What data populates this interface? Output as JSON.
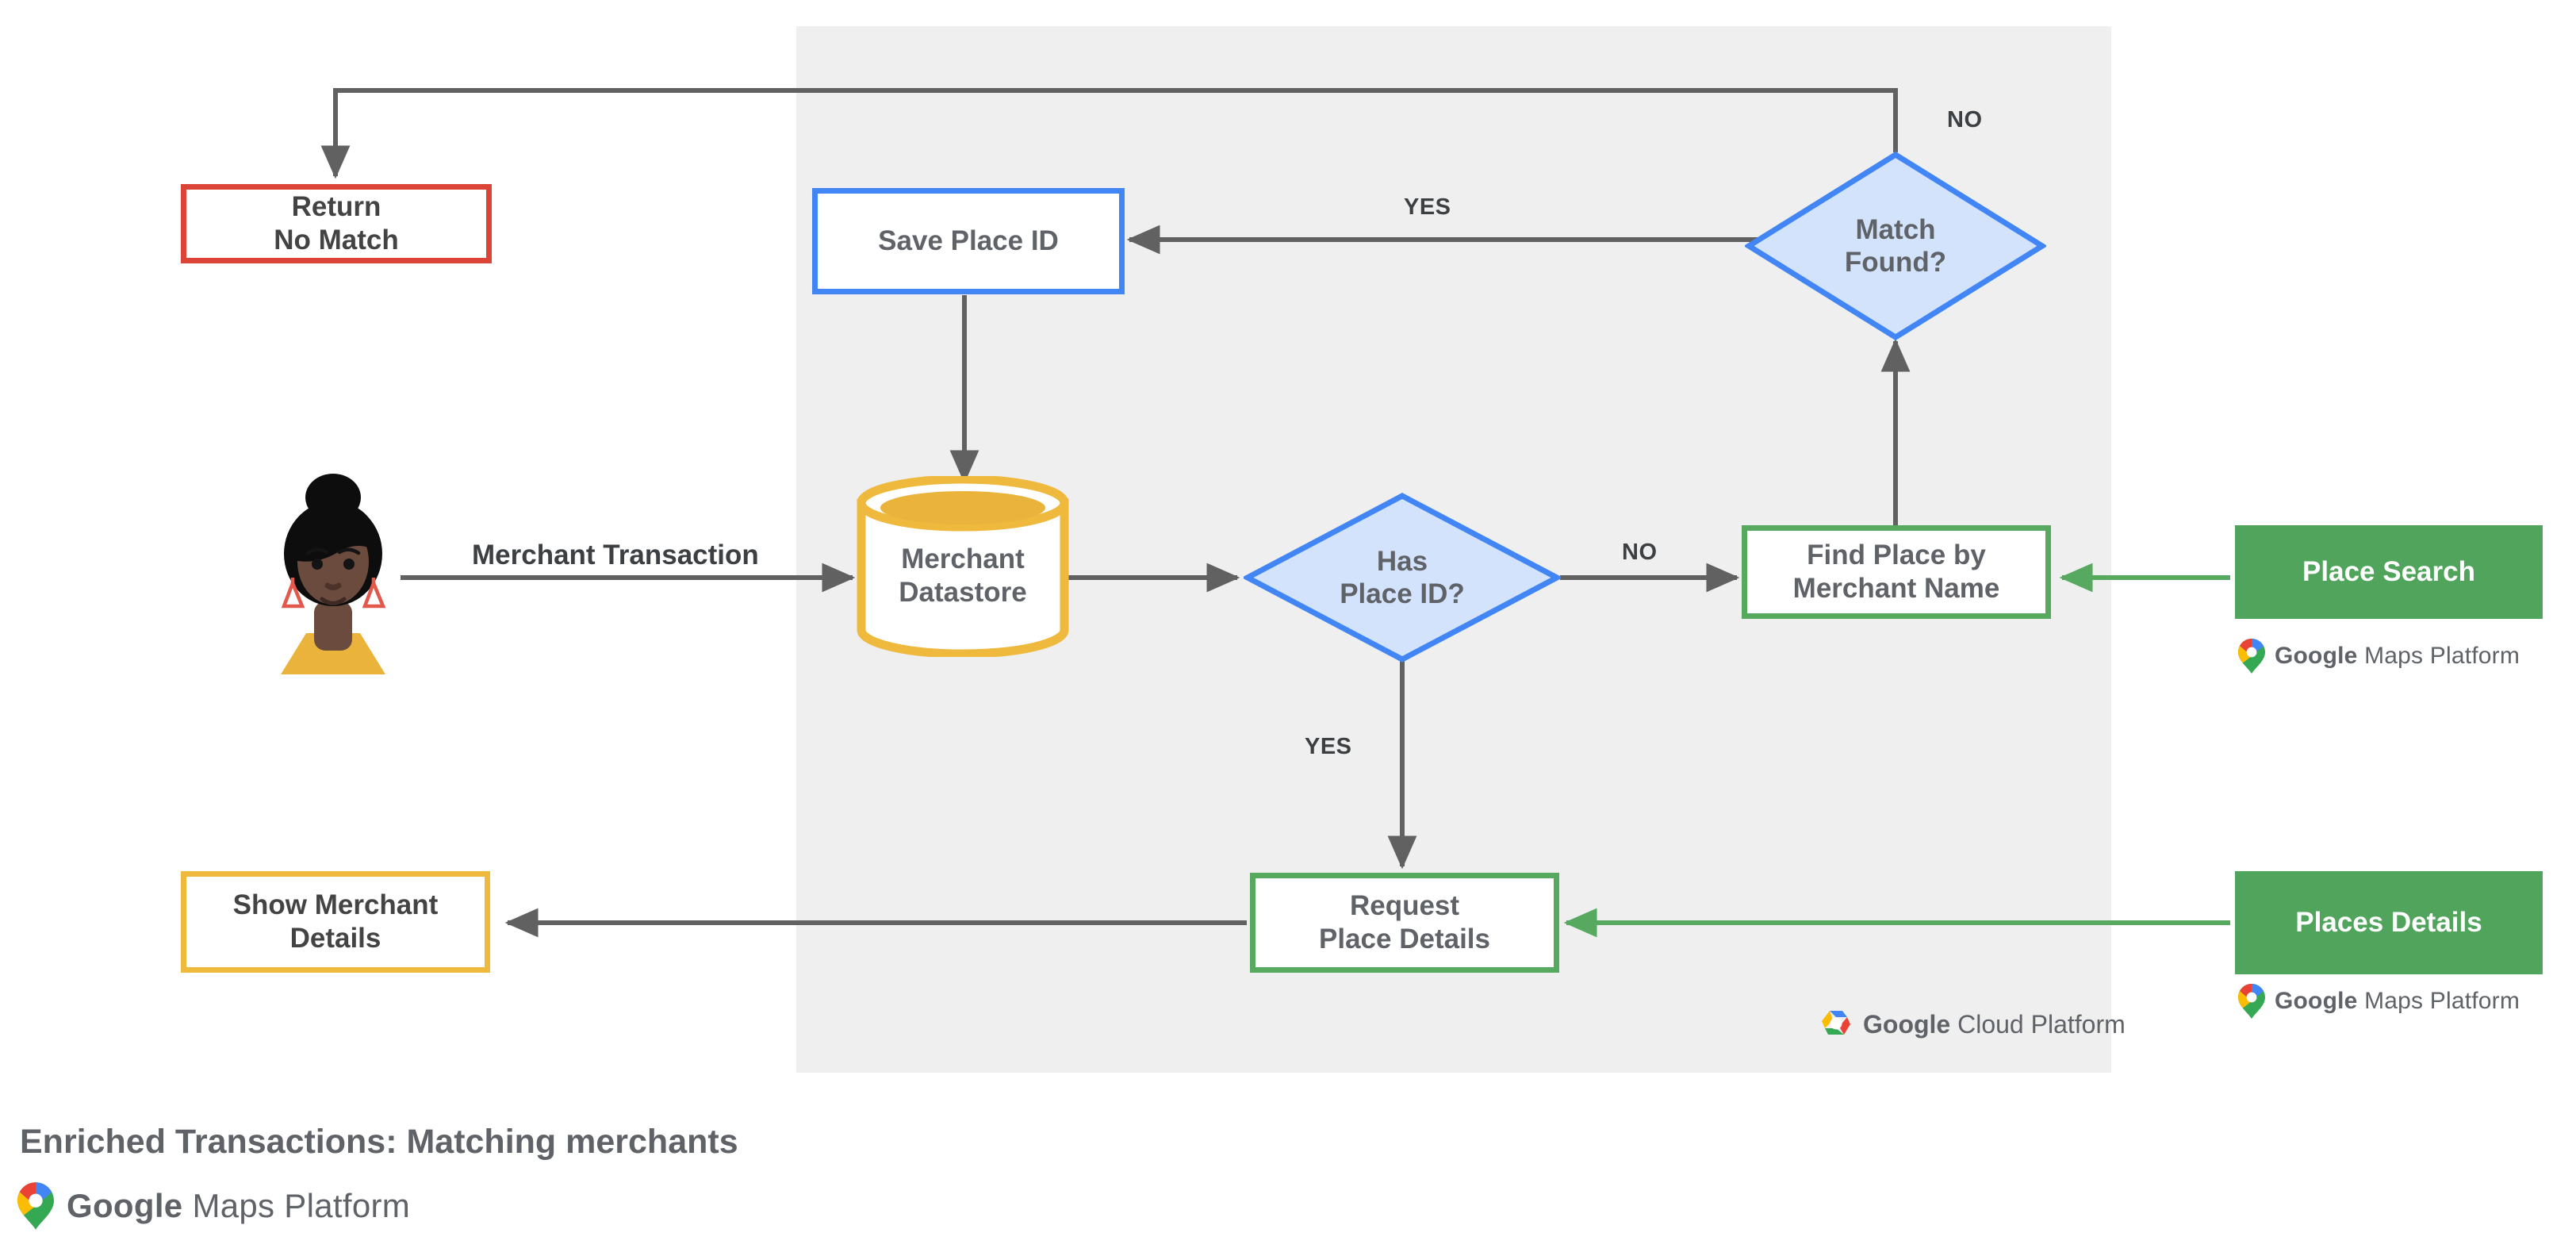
{
  "diagram": {
    "title": "Enriched Transactions: Matching merchants",
    "panel_label": "google-cloud-platform-region",
    "colors": {
      "panel_bg": "#EFEFEF",
      "red": "#DB4437",
      "blue": "#4285F4",
      "blue_fill": "#D3E3FC",
      "green": "#56A95E",
      "green_solid": "#51A45B",
      "yellow": "#EEB93C",
      "arrow_gray": "#616161",
      "text_gray": "#5F6368"
    },
    "nodes": {
      "return_no_match": {
        "line1": "Return",
        "line2": "No Match"
      },
      "save_place_id": {
        "line1": "Save Place ID"
      },
      "match_found": {
        "line1": "Match",
        "line2": "Found?"
      },
      "merchant_datastore": {
        "line1": "Merchant",
        "line2": "Datastore"
      },
      "has_place_id": {
        "line1": "Has",
        "line2": "Place ID?"
      },
      "find_place_by_merchant_name": {
        "line1": "Find Place by",
        "line2": "Merchant Name"
      },
      "place_search": {
        "line1": "Place Search"
      },
      "request_place_details": {
        "line1": "Request",
        "line2": "Place Details"
      },
      "show_merchant_details": {
        "line1": "Show Merchant",
        "line2": "Details"
      },
      "places_details": {
        "line1": "Places Details"
      }
    },
    "edge_labels": {
      "merchant_transaction": "Merchant Transaction",
      "has_place_id_no": "NO",
      "has_place_id_yes": "YES",
      "match_found_yes": "YES",
      "match_found_no": "NO"
    },
    "logos": {
      "maps_platform_bold": "Google",
      "maps_platform_rest": " Maps Platform",
      "cloud_platform_bold": "Google",
      "cloud_platform_rest": " Cloud Platform"
    }
  }
}
